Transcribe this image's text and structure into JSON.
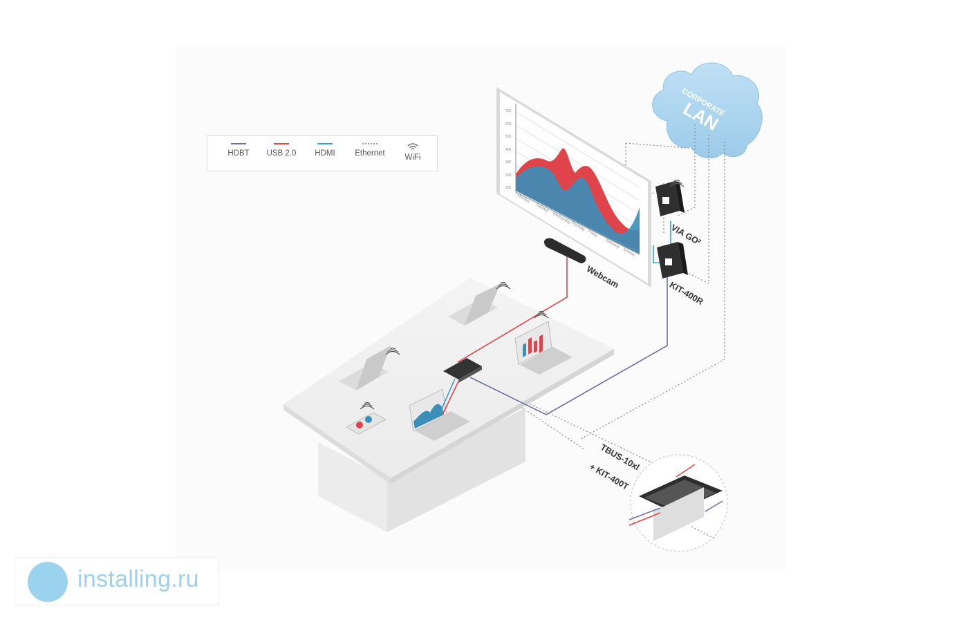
{
  "legend": {
    "items": [
      {
        "label": "HDBT",
        "color": "#6d6fa1",
        "style": "solid"
      },
      {
        "label": "USB 2.0",
        "color": "#e0444b",
        "style": "solid"
      },
      {
        "label": "HDMI",
        "color": "#3aa0c8",
        "style": "solid"
      },
      {
        "label": "Ethernet",
        "color": "#9a9a9a",
        "style": "dotted"
      },
      {
        "label": "WiFi",
        "icon": "wifi-icon"
      }
    ]
  },
  "cloud": {
    "line1": "CORPORATE",
    "line2": "LAN",
    "color": "#a9d3ee"
  },
  "devices": {
    "via_go": "VIA GO²",
    "kit_400r": "KIT-400R",
    "webcam": "Webcam",
    "tbus_line1": "TBUS-10xl",
    "tbus_line2": "+ KIT-400T"
  },
  "chart_axis": {
    "y_ticks": [
      "700",
      "600",
      "500",
      "400",
      "300",
      "200",
      "100"
    ],
    "x_ticks": [
      "Monday",
      "Tuesday",
      "Wednesday",
      "Thursday",
      "Friday",
      "Saturday",
      "Sunday"
    ]
  },
  "watermark": {
    "text": "installing.ru"
  }
}
